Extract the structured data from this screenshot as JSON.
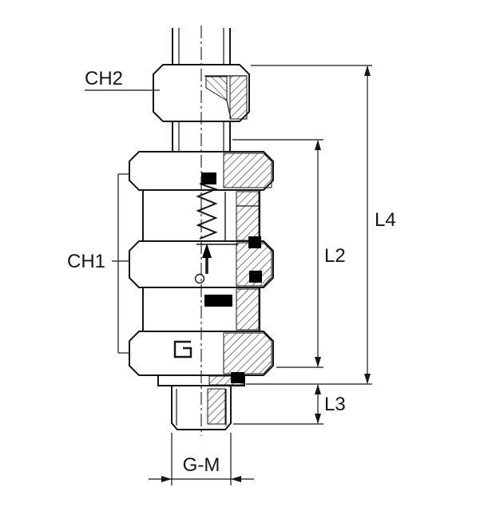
{
  "drawing": {
    "labels": {
      "ch2": "CH2",
      "ch1": "CH1",
      "l4": "L4",
      "l2": "L2",
      "l3": "L3",
      "gm": "G-M"
    },
    "colors": {
      "line": "#161616",
      "background": "#ffffff",
      "seal_fill": "#000000"
    }
  }
}
